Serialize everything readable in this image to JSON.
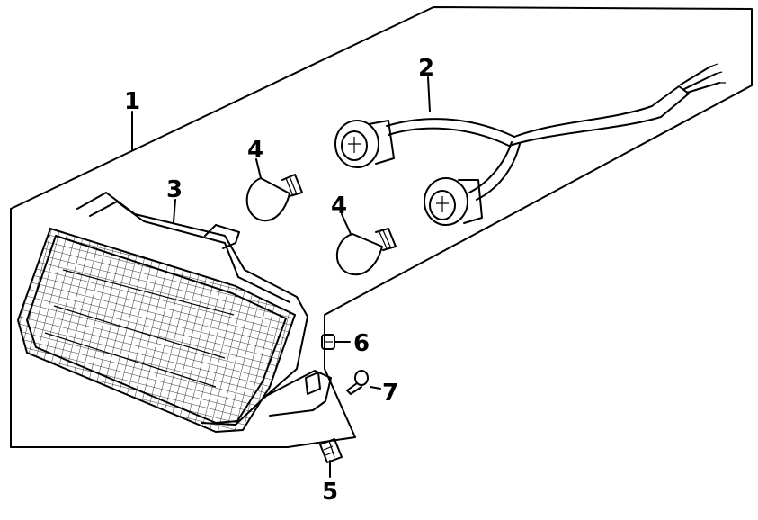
{
  "labels": {
    "assembly": "1",
    "harness": "2",
    "housing": "3",
    "bulb_left": "4",
    "bulb_right": "4",
    "clip": "5",
    "nut": "6",
    "screw": "7"
  },
  "colors": {
    "ink": "#000000",
    "paper": "#ffffff"
  }
}
